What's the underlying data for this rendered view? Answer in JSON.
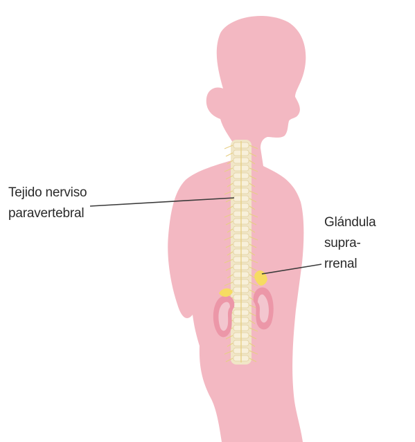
{
  "labels": {
    "paravertebral": {
      "line1": "Tejido nerviso",
      "line2": "paravertebral"
    },
    "adrenal": {
      "line1": "Glándula supra-",
      "line2": "rrenal"
    }
  },
  "colors": {
    "body": "#f3b8c2",
    "spine": "#f1e6c7",
    "nerve": "#e7cf85",
    "adrenal": "#f6dc62",
    "kidney": "#ec97a8",
    "kidney_rim": "#f3c6cf",
    "leader_line": "#3a3a3a"
  },
  "icons": {
    "figure": "child-silhouette-icon",
    "spine": "spinal-cord-icon",
    "kidney": "kidney-icon",
    "adrenal": "adrenal-gland-icon"
  }
}
